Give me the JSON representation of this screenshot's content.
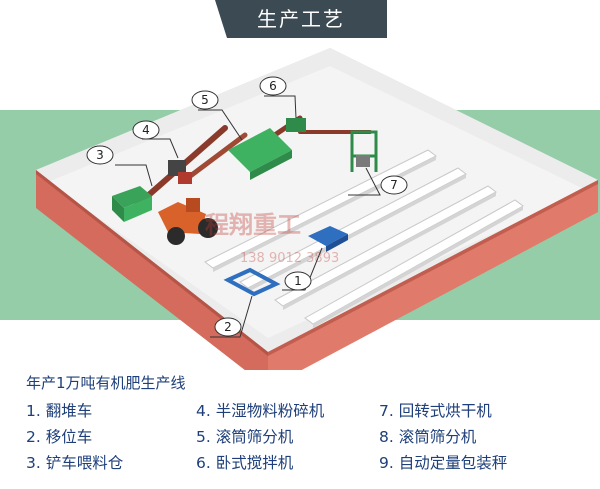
{
  "banner": {
    "title": "生产工艺"
  },
  "diagram": {
    "watermark_brand": "程翔重工",
    "watermark_phone": "138 9012 3893",
    "callouts": [
      "1",
      "2",
      "3",
      "4",
      "5",
      "6",
      "7"
    ]
  },
  "legend": {
    "title": "年产1万吨有机肥生产线",
    "items": [
      "1. 翻堆车",
      "4. 半湿物料粉碎机",
      "7. 回转式烘干机",
      "2. 移位车",
      "5. 滚筒筛分机",
      "8. 滚筒筛分机",
      "3. 铲车喂料仓",
      "6. 卧式搅拌机",
      "9. 自动定量包装秤"
    ]
  },
  "colors": {
    "banner": "#3c4a54",
    "floor": "#ececec",
    "wall_outer": "#d56b5c",
    "green_band": "#94cda8",
    "legend_text": "#1e3f7a"
  }
}
